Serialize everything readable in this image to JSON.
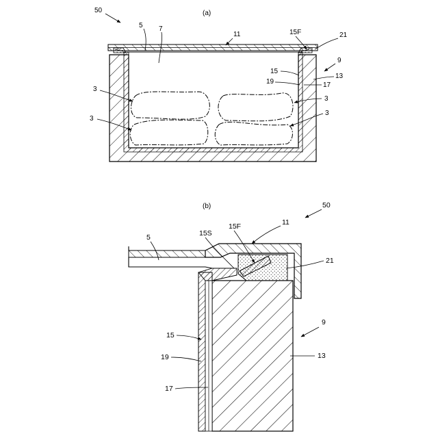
{
  "figure_a": {
    "caption": "(a)",
    "labels": {
      "ref_50": "50",
      "ref_5": "5",
      "ref_7": "7",
      "ref_11": "11",
      "ref_15F": "15F",
      "ref_21": "21",
      "ref_9": "9",
      "ref_15": "15",
      "ref_13": "13",
      "ref_19": "19",
      "ref_17": "17",
      "ref_3_left_top": "3",
      "ref_3_left_bottom": "3",
      "ref_3_right_top": "3",
      "ref_3_right_bottom": "3"
    }
  },
  "figure_b": {
    "caption": "(b)",
    "labels": {
      "ref_50": "50",
      "ref_5": "5",
      "ref_15S": "15S",
      "ref_15F": "15F",
      "ref_11": "11",
      "ref_21": "21",
      "ref_9": "9",
      "ref_15": "15",
      "ref_13": "13",
      "ref_19": "19",
      "ref_17": "17"
    }
  },
  "colors": {
    "line": "#000000",
    "background": "#ffffff"
  }
}
